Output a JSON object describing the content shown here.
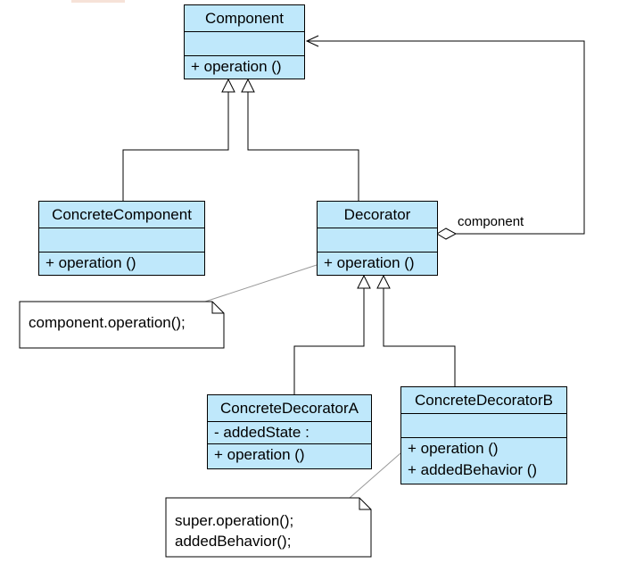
{
  "classes": {
    "component": {
      "name": "Component",
      "operations": [
        "+  operation ()"
      ]
    },
    "concrete_component": {
      "name": "ConcreteComponent",
      "operations": [
        "+  operation ()"
      ]
    },
    "decorator": {
      "name": "Decorator",
      "operations": [
        "+  operation ()"
      ]
    },
    "concrete_decorator_a": {
      "name": "ConcreteDecoratorA",
      "attributes": [
        "-  addedState  :"
      ],
      "operations": [
        "+  operation ()"
      ]
    },
    "concrete_decorator_b": {
      "name": "ConcreteDecoratorB",
      "operations": [
        "+  operation ()",
        "+  addedBehavior ()"
      ]
    }
  },
  "notes": {
    "decorator_note": [
      "component.operation();"
    ],
    "decorator_b_note": [
      "super.operation();",
      "addedBehavior();"
    ]
  },
  "association": {
    "role_label": "component"
  },
  "colors": {
    "class_fill": "#bfe8fb",
    "line": "#000000",
    "note_fill": "#ffffff"
  }
}
